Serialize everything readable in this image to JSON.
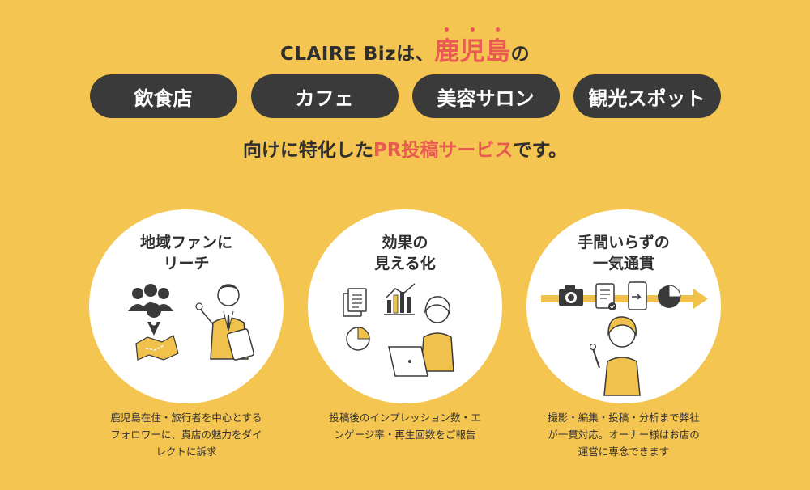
{
  "headline": {
    "prefix": "CLAIRE Bizは、",
    "accent": "鹿児島",
    "suffix": "の"
  },
  "categories": [
    "飲食店",
    "カフェ",
    "美容サロン",
    "観光スポット"
  ],
  "subline": {
    "prefix": "向けに特化した",
    "accent": "PR投稿サービス",
    "suffix": "です。"
  },
  "features": [
    {
      "title": "地域ファンに\nリーチ",
      "desc": "鹿児島在住・旅行者を中心とする\nフォロワーに、貴店の魅力をダイ\nレクトに訴求",
      "icons": [
        "people-icon",
        "map-pin-icon",
        "map-icon",
        "businessman-icon",
        "tablet-icon"
      ]
    },
    {
      "title": "効果の\n見える化",
      "desc": "投稿後のインプレッション数・エ\nンゲージ率・再生回数をご報告",
      "icons": [
        "document-icon",
        "bar-chart-icon",
        "pie-chart-icon",
        "woman-icon",
        "laptop-icon"
      ]
    },
    {
      "title": "手間いらずの\n一気通貫",
      "desc": "撮影・編集・投稿・分析まで弊社\nが一貫対応。オーナー様はお店の\n運営に専念できます",
      "icons": [
        "camera-icon",
        "document-check-icon",
        "phone-icon",
        "pie-chart-icon",
        "arrow-right-icon",
        "woman-icon"
      ]
    }
  ],
  "colors": {
    "background": "#f5c552",
    "accent": "#e85a52",
    "pill": "#3a3a3a",
    "illustration_yellow": "#f0c14b"
  }
}
